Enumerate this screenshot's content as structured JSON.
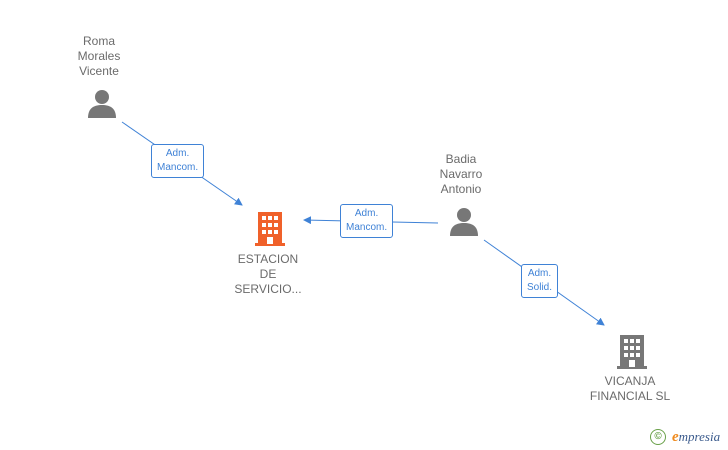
{
  "diagram": {
    "people": [
      {
        "id": "roma",
        "lines": [
          "Roma",
          "Morales",
          "Vicente"
        ]
      },
      {
        "id": "badia",
        "lines": [
          "Badia",
          "Navarro",
          "Antonio"
        ]
      }
    ],
    "companies": [
      {
        "id": "estacion",
        "lines": [
          "ESTACION",
          "DE",
          "SERVICIO..."
        ],
        "color": "#f0612a"
      },
      {
        "id": "vicanja",
        "lines": [
          "VICANJA",
          "FINANCIAL SL"
        ],
        "color": "#777777"
      }
    ],
    "relations": [
      {
        "from": "roma",
        "to": "estacion",
        "label": [
          "Adm.",
          "Mancom."
        ]
      },
      {
        "from": "badia",
        "to": "estacion",
        "label": [
          "Adm.",
          "Mancom."
        ]
      },
      {
        "from": "badia",
        "to": "vicanja",
        "label": [
          "Adm.",
          "Solid."
        ]
      }
    ],
    "colors": {
      "line": "#3f82d6",
      "person": "#777777",
      "text": "#6b6b6b"
    }
  },
  "branding": {
    "copyright_symbol": "©",
    "initial": "e",
    "name": "mpresia"
  }
}
